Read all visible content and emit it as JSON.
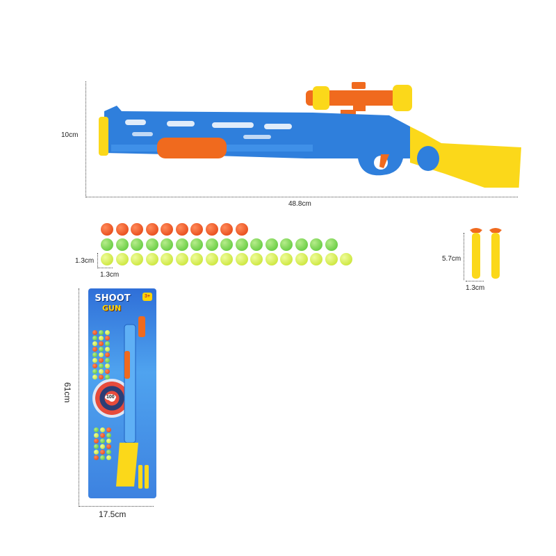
{
  "dimensions": {
    "gun_height": "10cm",
    "gun_length": "48.8cm",
    "ball_height": "1.3cm",
    "ball_width": "1.3cm",
    "dart_length": "5.7cm",
    "dart_width": "1.3cm",
    "package_height": "61cm",
    "package_width": "17.5cm"
  },
  "package": {
    "title_line1": "SHOOT",
    "title_line2": "GUN",
    "age_badge": "3+",
    "target_label": "100"
  },
  "colors": {
    "gun_blue": "#2f7fdc",
    "gun_yellow": "#fbd81a",
    "scope_orange": "#f06a1e",
    "ball_orange": "#ea5321",
    "ball_green": "#6fcf49",
    "ball_lime": "#cfe845"
  }
}
